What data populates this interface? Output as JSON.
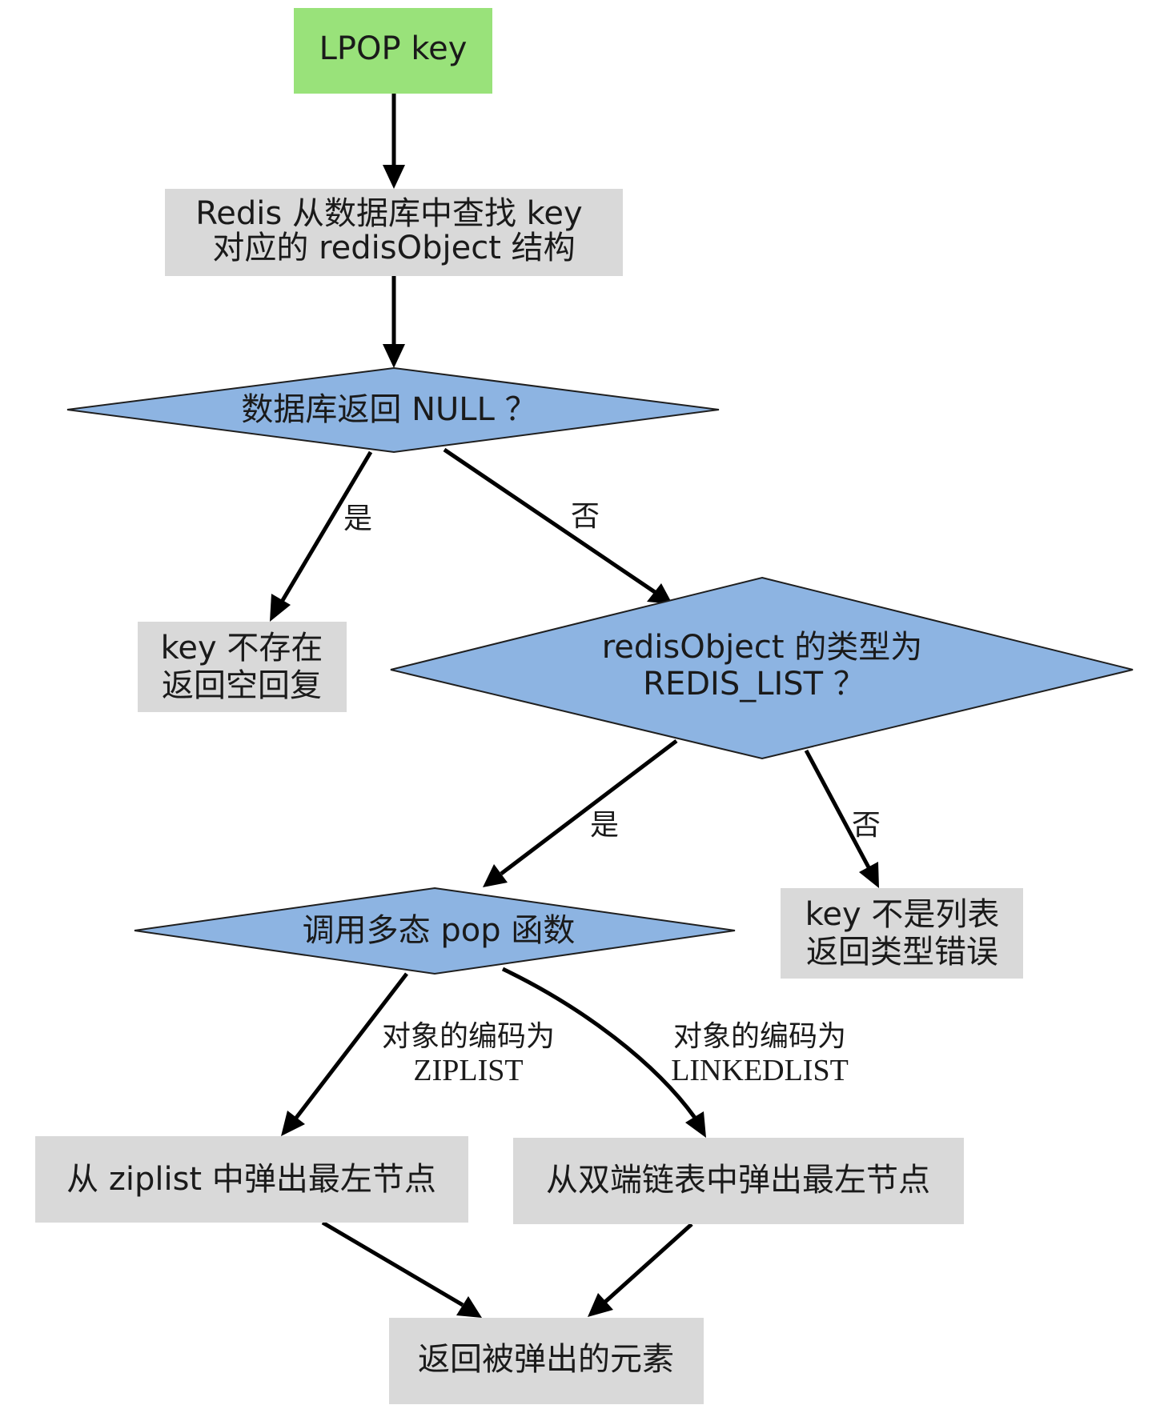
{
  "colors": {
    "start_fill": "#99e27a",
    "process_fill": "#d9d9d9",
    "decision_fill": "#8db4e2",
    "decision_stroke": "#1f1f1f",
    "edge": "#000000",
    "text": "#1a1a1a"
  },
  "nodes": {
    "start": {
      "line1": "LPOP key"
    },
    "lookup": {
      "line1": "Redis 从数据库中查找 key",
      "line2": "对应的 redisObject 结构"
    },
    "check_null": {
      "line1": "数据库返回 NULL ？"
    },
    "key_missing": {
      "line1": "key 不存在",
      "line2": "返回空回复"
    },
    "check_type": {
      "line1": "redisObject 的类型为",
      "line2": "REDIS_LIST ？"
    },
    "call_pop": {
      "line1": "调用多态 pop 函数"
    },
    "type_error": {
      "line1": "key 不是列表",
      "line2": "返回类型错误"
    },
    "pop_ziplist": {
      "line1": "从 ziplist 中弹出最左节点"
    },
    "pop_linkedlist": {
      "line1": "从双端链表中弹出最左节点"
    },
    "return_elem": {
      "line1": "返回被弹出的元素"
    }
  },
  "edges": {
    "null_yes": "是",
    "null_no": "否",
    "type_yes": "是",
    "type_no": "否",
    "enc_ziplist": {
      "line1": "对象的编码为",
      "line2": "ZIPLIST"
    },
    "enc_linkedlist": {
      "line1": "对象的编码为",
      "line2": "LINKEDLIST"
    }
  }
}
